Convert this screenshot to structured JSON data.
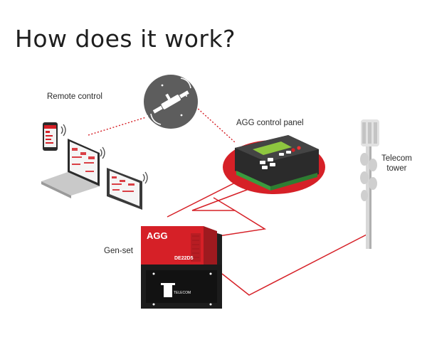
{
  "title": "How does it work?",
  "labels": {
    "remote_control": "Remote control",
    "control_panel": "AGG control panel",
    "gen_set": "Gen-set",
    "telecom_tower_line1": "Telecom",
    "telecom_tower_line2": "tower"
  },
  "genset_text": {
    "brand": "AGG",
    "model": "DE22D5",
    "telecom_badge": "TELECOM"
  },
  "colors": {
    "red": "#d62027",
    "dark": "#2c2c2c",
    "grey_circle": "#5d5d5d",
    "panel_green": "#3a9a3e"
  },
  "icons": {
    "satellite": "satellite-icon",
    "phone": "smartphone-icon",
    "laptop": "laptop-icon",
    "tablet": "tablet-icon",
    "wifi": "wifi-signal-icon",
    "tower": "telecom-tower-icon",
    "panel": "control-panel-icon",
    "genset": "generator-icon"
  }
}
